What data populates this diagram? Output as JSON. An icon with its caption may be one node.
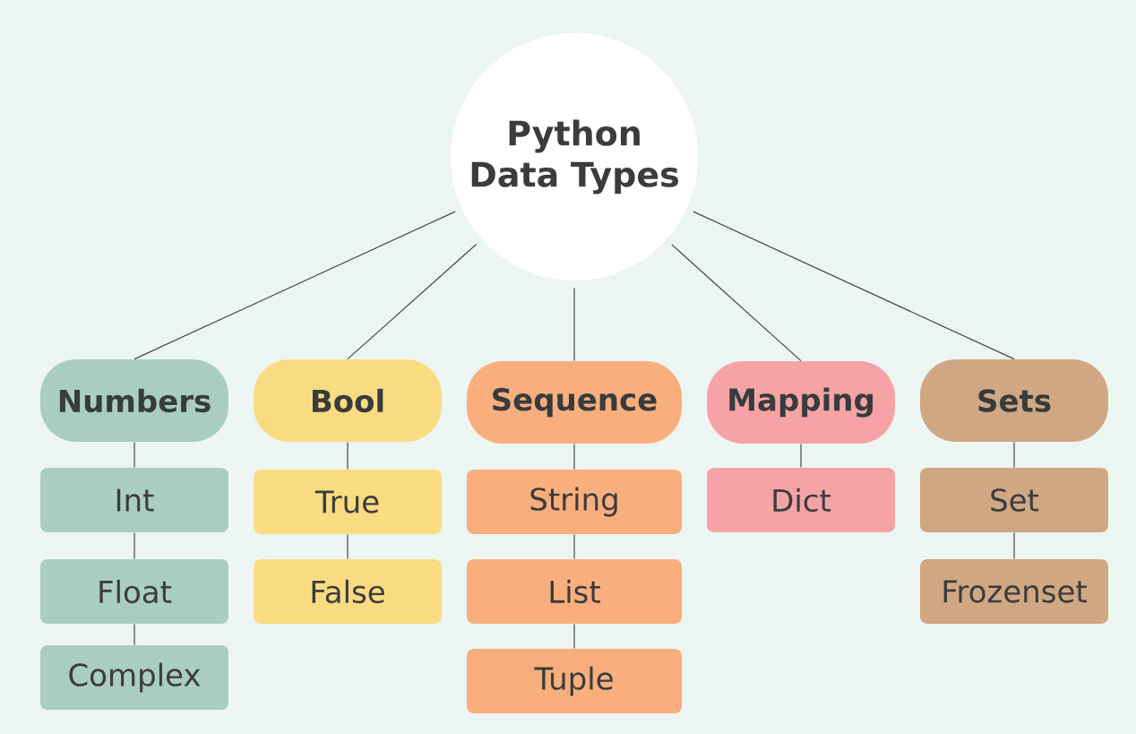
{
  "diagram": {
    "nodes": [
      {
        "text": [
          "Python Data Types"
        ]
      },
      {
        "text": [
          "Numbers"
        ]
      },
      {
        "text": [
          "Int"
        ]
      },
      {
        "text": [
          "Float"
        ]
      },
      {
        "text": [
          "Complex"
        ]
      },
      {
        "text": [
          "Bool"
        ]
      },
      {
        "text": [
          "True"
        ]
      },
      {
        "text": [
          "False"
        ]
      },
      {
        "text": [
          "Sequence"
        ]
      },
      {
        "text": [
          "String"
        ]
      },
      {
        "text": [
          "List"
        ]
      },
      {
        "text": [
          "Tuple"
        ]
      },
      {
        "text": [
          "Mapping"
        ]
      },
      {
        "text": [
          "Dict"
        ]
      },
      {
        "text": [
          "Sets"
        ]
      },
      {
        "text": [
          "Set"
        ]
      },
      {
        "text": [
          "Frozenset"
        ]
      }
    ],
    "edges": [
      {
        "from": 0,
        "to": 1,
        "arrow": "none"
      },
      {
        "from": 0,
        "to": 5,
        "arrow": "none"
      },
      {
        "from": 0,
        "to": 8,
        "arrow": "none"
      },
      {
        "from": 0,
        "to": 12,
        "arrow": "none"
      },
      {
        "from": 0,
        "to": 14,
        "arrow": "none"
      },
      {
        "from": 1,
        "to": 2,
        "arrow": "none"
      },
      {
        "from": 2,
        "to": 3,
        "arrow": "none"
      },
      {
        "from": 3,
        "to": 4,
        "arrow": "none"
      },
      {
        "from": 5,
        "to": 6,
        "arrow": "none"
      },
      {
        "from": 6,
        "to": 7,
        "arrow": "none"
      },
      {
        "from": 8,
        "to": 9,
        "arrow": "none"
      },
      {
        "from": 9,
        "to": 10,
        "arrow": "none"
      },
      {
        "from": 10,
        "to": 11,
        "arrow": "none"
      },
      {
        "from": 12,
        "to": 13,
        "arrow": "none"
      },
      {
        "from": 14,
        "to": 15,
        "arrow": "none"
      },
      {
        "from": 15,
        "to": 16,
        "arrow": "none"
      }
    ]
  }
}
